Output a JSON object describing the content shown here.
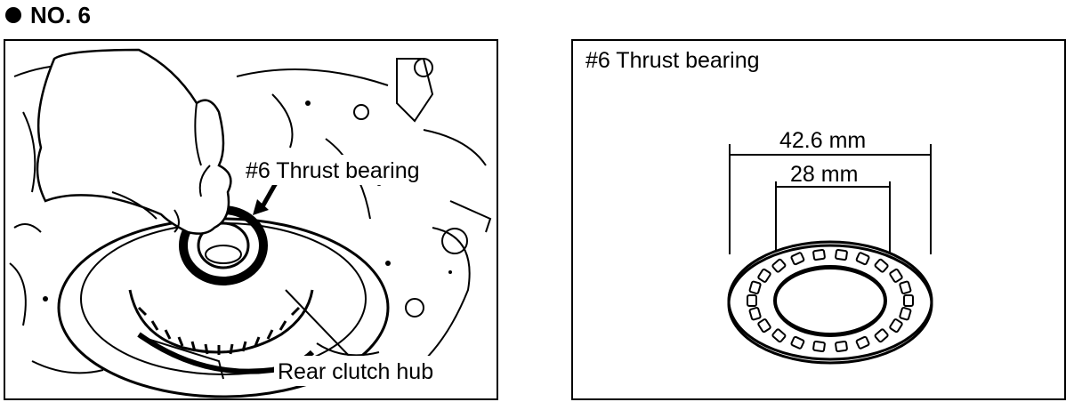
{
  "heading": {
    "text": "NO. 6"
  },
  "photo_panel": {
    "label_bearing": "#6 Thrust bearing",
    "label_hub": "Rear clutch hub"
  },
  "diagram_panel": {
    "title": "#6 Thrust bearing",
    "outer_diameter": "42.6 mm",
    "inner_diameter": "28 mm"
  }
}
